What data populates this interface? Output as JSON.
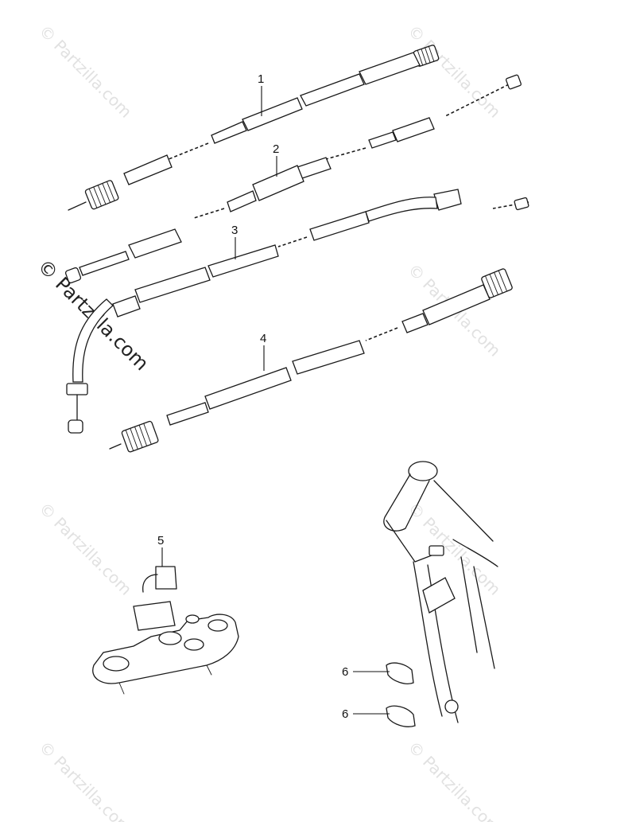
{
  "callouts": {
    "c1": "1",
    "c2": "2",
    "c3": "3",
    "c4": "4",
    "c5": "5",
    "c6a": "6",
    "c6b": "6"
  },
  "watermark": {
    "text": "© Partzilla.com",
    "prominent": "© Partzilla.com"
  },
  "colors": {
    "line": "#1a1a1a",
    "watermark": "#c9c9c9"
  }
}
